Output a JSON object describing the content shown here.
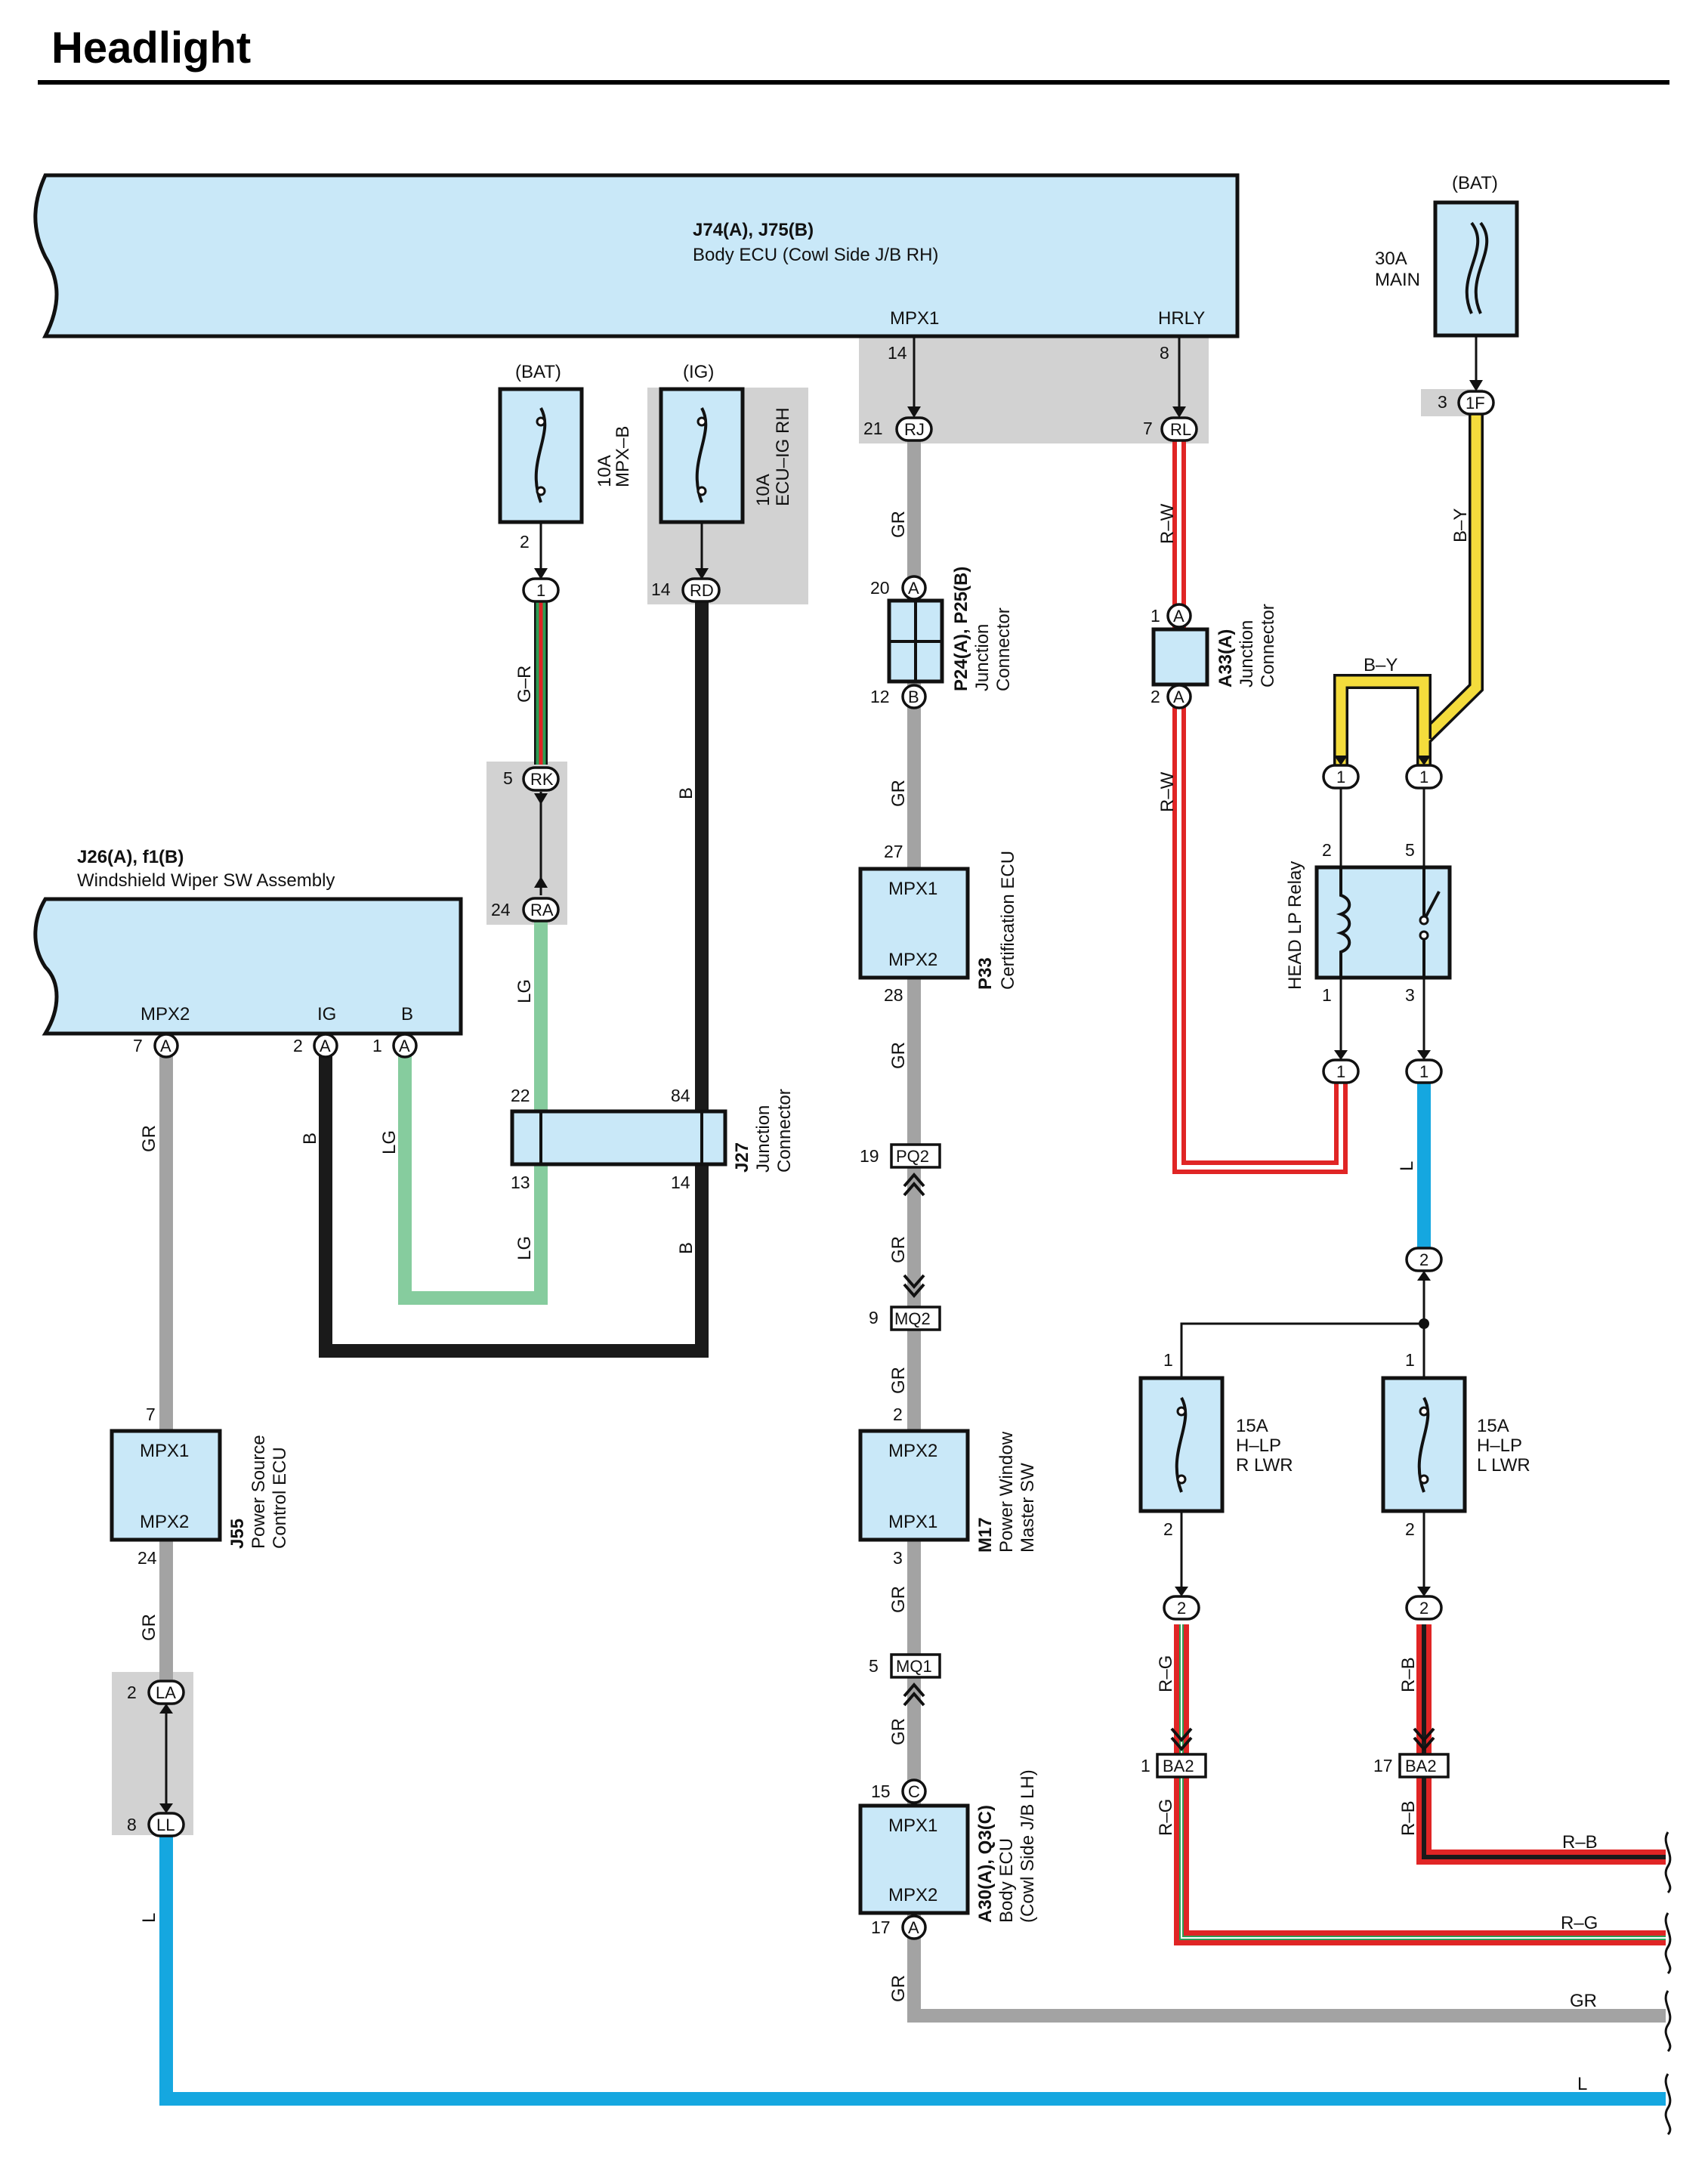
{
  "title": "Headlight",
  "components": {
    "body_ecu_rh": {
      "id": "J74(A), J75(B)",
      "name": "Body ECU (Cowl Side J/B RH)",
      "pins": {
        "mpx1": "MPX1",
        "hrly": "HRLY"
      }
    },
    "wiper_sw": {
      "id": "J26(A), f1(B)",
      "name": "Windshield Wiper SW Assembly",
      "pins": {
        "mpx2": "MPX2",
        "ig": "IG",
        "b": "B"
      }
    },
    "fuse_mpxb": {
      "supply": "(BAT)",
      "rating": "10A",
      "name": "MPX–B"
    },
    "fuse_ecuig": {
      "supply": "(IG)",
      "rating": "10A",
      "name": "ECU–IG RH"
    },
    "fuse_main": {
      "supply": "(BAT)",
      "rating": "30A",
      "name": "MAIN"
    },
    "p24": {
      "id": "P24(A), P25(B)",
      "name1": "Junction",
      "name2": "Connector"
    },
    "a33": {
      "id": "A33(A)",
      "name1": "Junction",
      "name2": "Connector"
    },
    "j27": {
      "id": "J27",
      "name1": "Junction",
      "name2": "Connector"
    },
    "p33": {
      "id": "P33",
      "name": "Certification ECU",
      "pin_top": "MPX1",
      "pin_bottom": "MPX2"
    },
    "m17": {
      "id": "M17",
      "name1": "Power Window",
      "name2": "Master SW",
      "pin_top": "MPX2",
      "pin_bottom": "MPX1"
    },
    "j55": {
      "id": "J55",
      "name1": "Power Source",
      "name2": "Control ECU",
      "pin_top": "MPX1",
      "pin_bottom": "MPX2"
    },
    "a30": {
      "id": "A30(A), Q3(C)",
      "name1": "Body ECU",
      "name2": "(Cowl Side J/B LH)",
      "pin_top": "MPX1",
      "pin_bottom": "MPX2"
    },
    "relay": {
      "name": "HEAD LP Relay"
    },
    "fuse_rlwr": {
      "rating": "15A",
      "name1": "H–LP",
      "name2": "R LWR"
    },
    "fuse_llwr": {
      "rating": "15A",
      "name1": "H–LP",
      "name2": "L LWR"
    }
  },
  "connectors": {
    "RJ": "RJ",
    "RL": "RL",
    "F1": "1F",
    "RD": "RD",
    "RK": "RK",
    "RA": "RA",
    "LA": "LA",
    "LL": "LL",
    "PQ2": "PQ2",
    "MQ2": "MQ2",
    "MQ1": "MQ1",
    "BA2": "BA2",
    "A": "A",
    "B": "B",
    "C": "C",
    "n1": "1",
    "n2": "2"
  },
  "pins": {
    "p14": "14",
    "p8": "8",
    "p21": "21",
    "p7": "7",
    "p3": "3",
    "p2": "2",
    "p1": "1",
    "p5": "5",
    "p20": "20",
    "p12": "12",
    "p24": "24",
    "p27": "27",
    "p28": "28",
    "p22": "22",
    "p84": "84",
    "p13": "13",
    "p19": "19",
    "p9": "9",
    "p17": "17",
    "p15": "15"
  },
  "wire_codes": {
    "GR": "GR",
    "R-W": "R–W",
    "B-Y": "B–Y",
    "G-R": "G–R",
    "B": "B",
    "LG": "LG",
    "L": "L",
    "R-G": "R–G",
    "R-B": "R–B"
  },
  "wire_colors": {
    "GR": "#a3a3a3",
    "B": "#1a1a1a",
    "LG": "#86cc9e",
    "L": "#15a7e0",
    "Y": "#f4dc3c",
    "R": "#e02525",
    "G": "#2c9e55",
    "shade": "#d2d2d2",
    "fill": "#c9e8f8"
  }
}
